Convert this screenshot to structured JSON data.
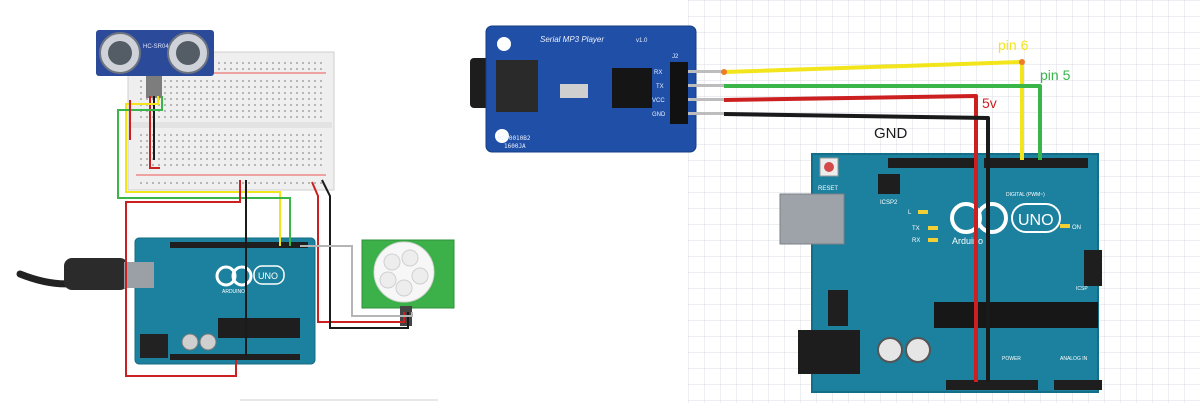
{
  "left_diagram": {
    "sensor_label": "HC-SR04",
    "board_logo": "UNO",
    "board_brand": "ARDUINO"
  },
  "right_diagram": {
    "module": {
      "title": "Serial MP3 Player",
      "version": "v1.0",
      "code_line1": "RST0010B2",
      "code_line2": "1600JA",
      "header": "J2",
      "pins": [
        "RX",
        "TX",
        "VCC",
        "GND"
      ]
    },
    "labels": {
      "pin6": "pin 6",
      "pin5": "pin 5",
      "v5": "5v",
      "gnd": "GND"
    },
    "board": {
      "reset": "RESET",
      "logo": "UNO",
      "brand": "Arduino",
      "digital": "DIGITAL (PWM~)",
      "analog": "ANALOG IN",
      "power": "POWER",
      "icsp": "ICSP2",
      "icsp1": "ICSP",
      "led_l": "L",
      "led_tx": "TX",
      "led_rx": "RX",
      "on": "ON"
    }
  },
  "colors": {
    "wire_yellow": "#f2e51b",
    "wire_green": "#39b54a",
    "wire_red": "#cc1f1f",
    "wire_black": "#1a1a1a",
    "arduino_teal": "#1b819e",
    "module_blue": "#1f4fa6",
    "pcb_pir": "#3cb14a"
  }
}
